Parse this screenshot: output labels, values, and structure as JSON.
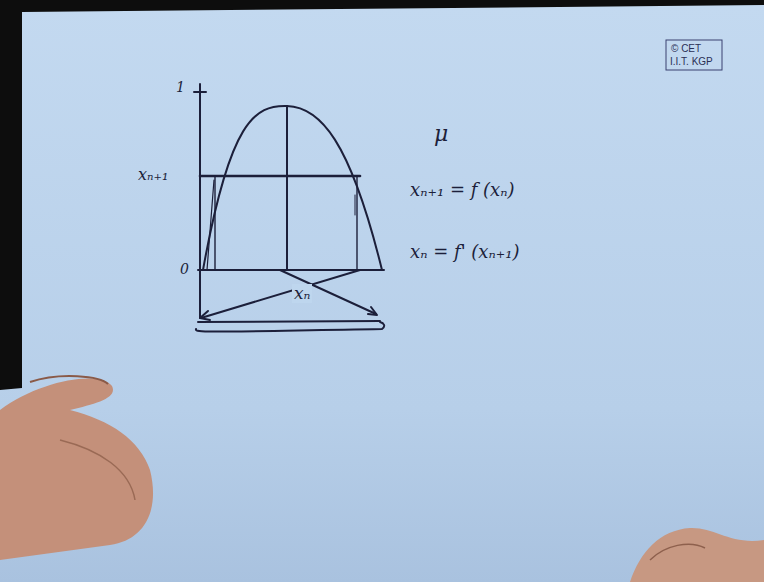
{
  "diagram": {
    "labels": [
      "© CET",
      "I.I.T. KGP",
      "1",
      "xₙ₊₁",
      "0",
      "xₙ",
      "μ",
      "xₙ₊₁ = f (xₙ)",
      "xₙ = f' (xₙ₊₁)"
    ]
  }
}
